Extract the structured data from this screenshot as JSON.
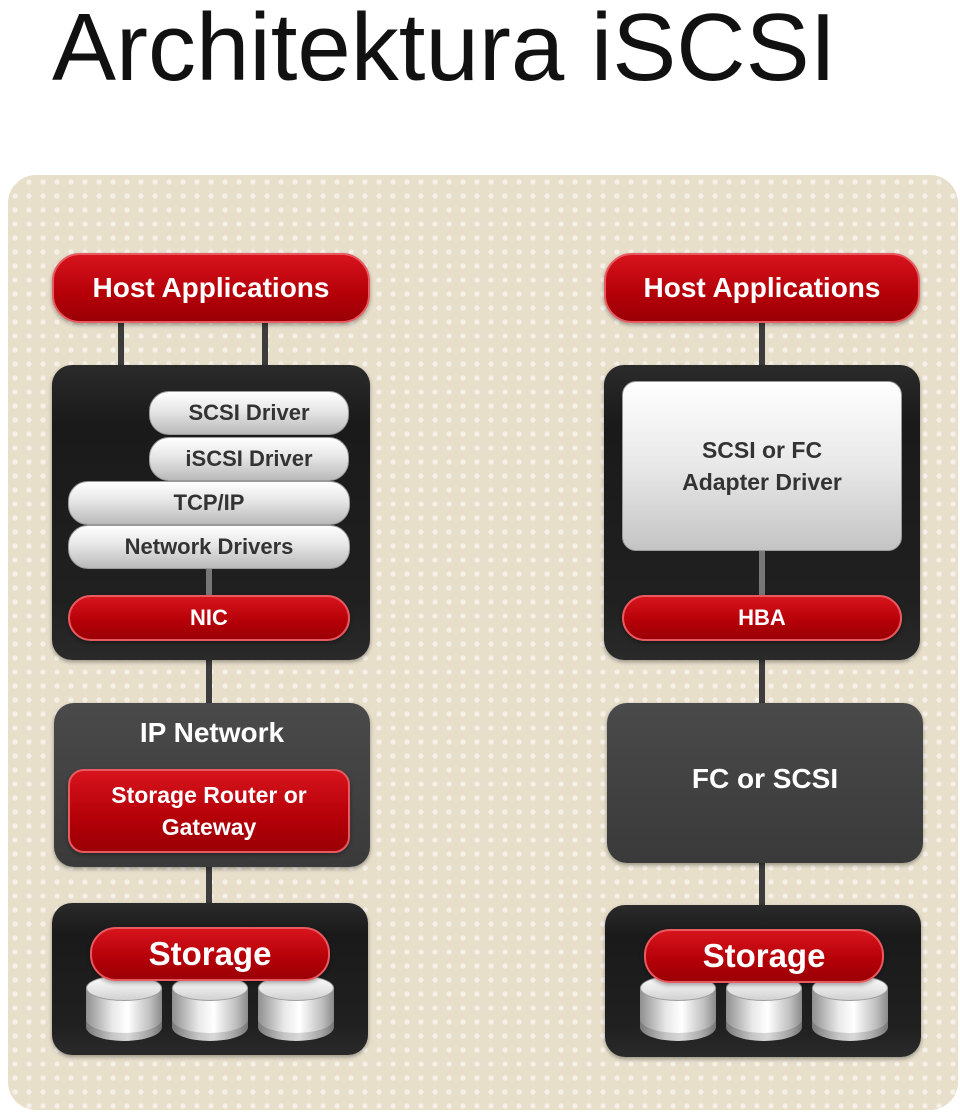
{
  "title": "Architektura iSCSI",
  "left": {
    "host_applications": "Host Applications",
    "scsi_driver": "SCSI Driver",
    "iscsi_driver": "iSCSI Driver",
    "tcp_ip": "TCP/IP",
    "network_drivers": "Network Drivers",
    "nic": "NIC",
    "ip_network": "IP Network",
    "storage_router": "Storage Router or Gateway",
    "storage": "Storage"
  },
  "right": {
    "host_applications": "Host Applications",
    "adapter_driver": "SCSI or FC Adapter Driver",
    "hba": "HBA",
    "fc_or_scsi": "FC or SCSI",
    "storage": "Storage"
  },
  "colors": {
    "red": "#b40008",
    "dark": "#1e1e1e",
    "background": "#e8dfcb"
  }
}
